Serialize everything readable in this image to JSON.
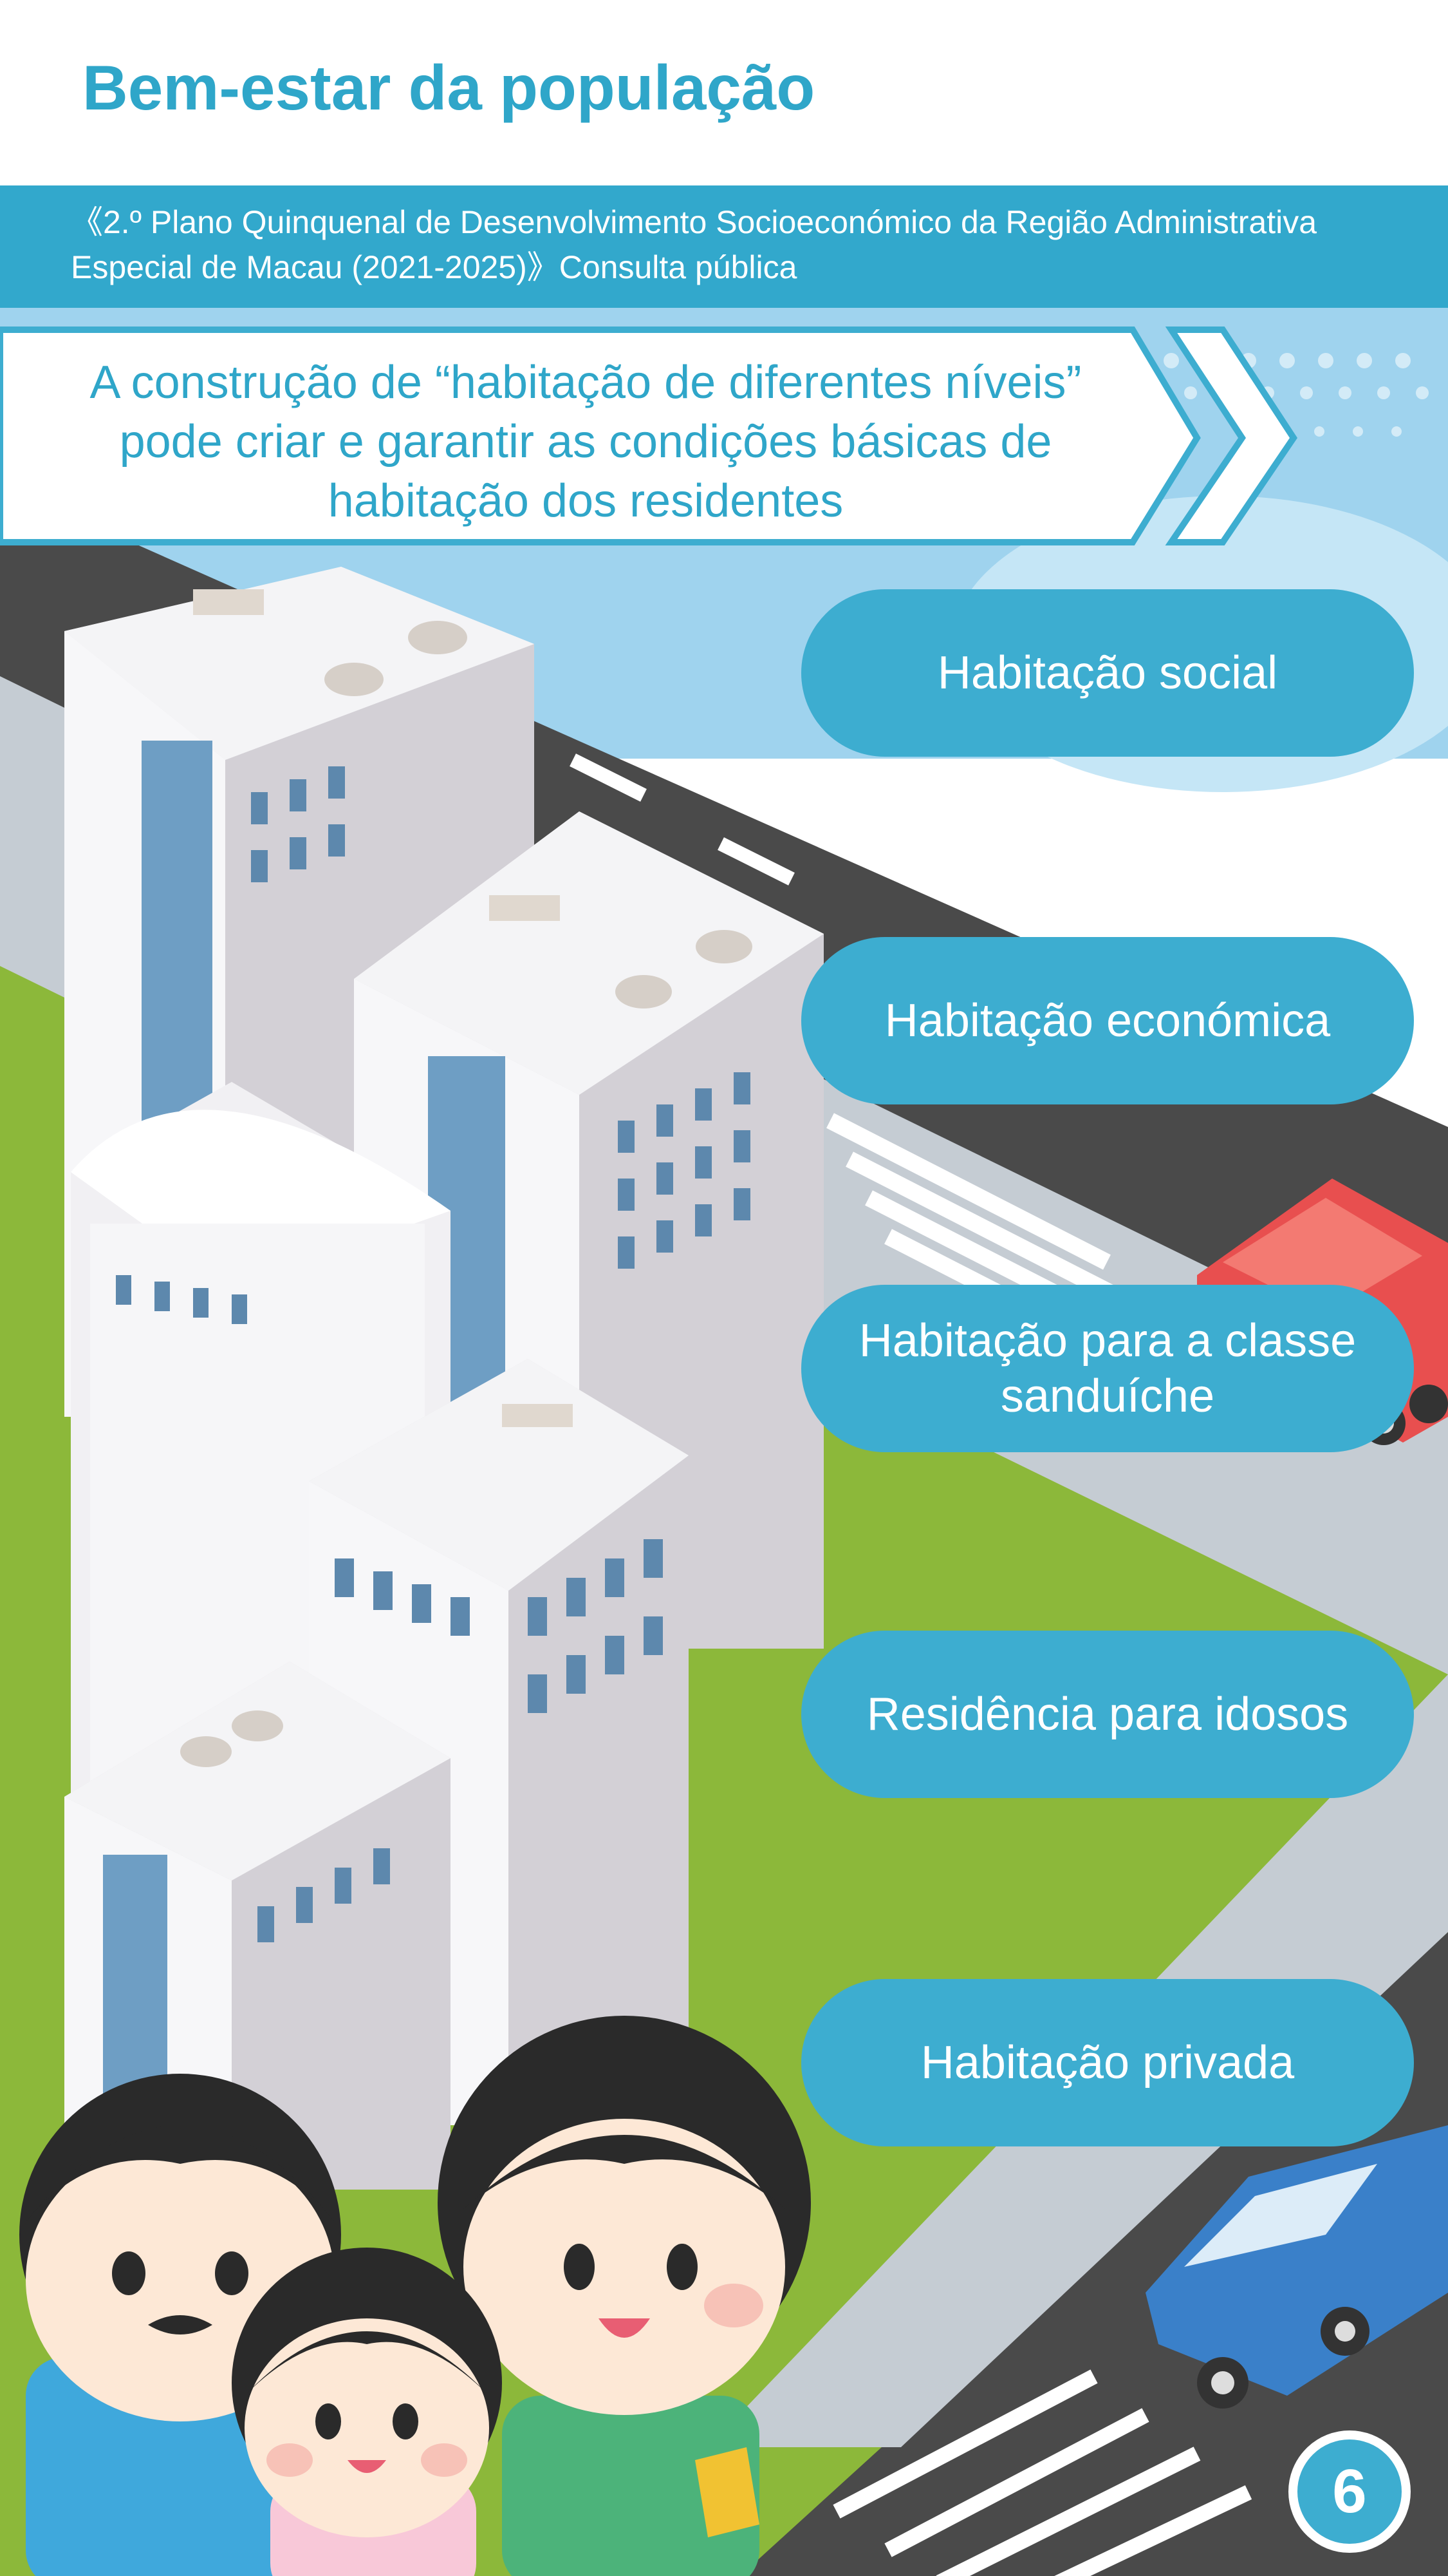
{
  "page": {
    "title": "Bem-estar da população",
    "banner_text": "《2.º Plano Quinquenal de Desenvolvimento Socioeconómico da Região Administrativa Especial de Macau (2021-2025)》Consulta pública",
    "headline": "A construção de “habitação de diferentes níveis” pode criar e garantir as condições básicas de habitação dos residentes",
    "housing_types": [
      "Habitação social",
      "Habitação económica",
      "Habitação para a classe sanduíche",
      "Residência para idosos",
      "Habitação privada"
    ],
    "page_number": "6"
  },
  "colors": {
    "brand": "#2fa6c9",
    "pill": "#3dadd0",
    "road": "#4a4a4a",
    "grass": "#8cb83a",
    "sky": "#9fd3ee"
  }
}
